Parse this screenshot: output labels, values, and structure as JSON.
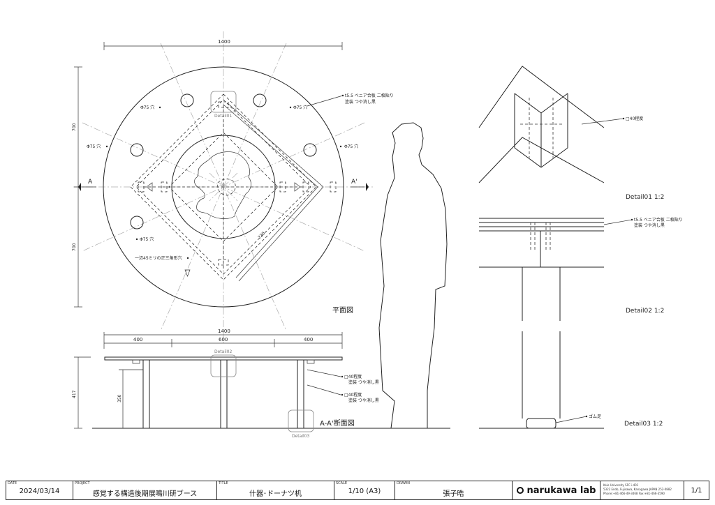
{
  "plan": {
    "dim_top": "1400",
    "dim_upper": "700",
    "dim_lower": "700",
    "section_left": "A",
    "section_right": "A'",
    "hole_label_tl": "Φ75 穴",
    "hole_label_tr": "Φ75 穴",
    "hole_label_ml": "Φ75 穴",
    "hole_label_mr": "Φ75 穴",
    "hole_label_bl": "Φ75 穴",
    "triangle_note": "一辺45ミリの正三角形穴",
    "diag_dim": "720",
    "detail01": "Detail01",
    "veneer_note_1": "t5.5 ベニア合板 二枚貼り",
    "veneer_note_2": "塗装 つや消し黒",
    "title": "平面図"
  },
  "section": {
    "dim_total": "1400",
    "dim_left": "400",
    "dim_mid": "600",
    "dim_right": "400",
    "dim_height": "417",
    "dim_leg": "350",
    "detail02": "Detail02",
    "detail03": "Detail03",
    "leg_note_1a": "□40程度",
    "leg_note_1b": "塗装 つや消し黒",
    "leg_note_2a": "□40程度",
    "leg_note_2b": "塗装 つや消し黒",
    "title": "A-A'断面図"
  },
  "details": {
    "d01_note": "□40程度",
    "d01_title": "Detail01 1:2",
    "d02_note_1": "t5.5 ベニア合板 二枚貼り",
    "d02_note_2": "塗装 つや消し黒",
    "d02_title": "Detail02 1:2",
    "d03_note": "ゴム足",
    "d03_title": "Detail03 1:2"
  },
  "title_block": {
    "date_head": "DATE",
    "date": "2024/03/14",
    "project_head": "PROJECT",
    "project": "感覚する構造後期展鳴川研ブース",
    "title_head": "TITLE",
    "title": "什器･ドーナツ机",
    "scale_head": "SCALE",
    "scale": "1/10 (A3)",
    "drawn_head": "DRAWN",
    "drawn": "張子晧",
    "logo": "narukawa lab",
    "address_1": "Keio University SFC i-401",
    "address_2": "5322 Endo, Fujisawa, Kanagawa JAPAN 252-0882",
    "address_3": "Phone:+81-466-49-3468   Fax:+81-466-3590",
    "sheet": "1/1"
  }
}
